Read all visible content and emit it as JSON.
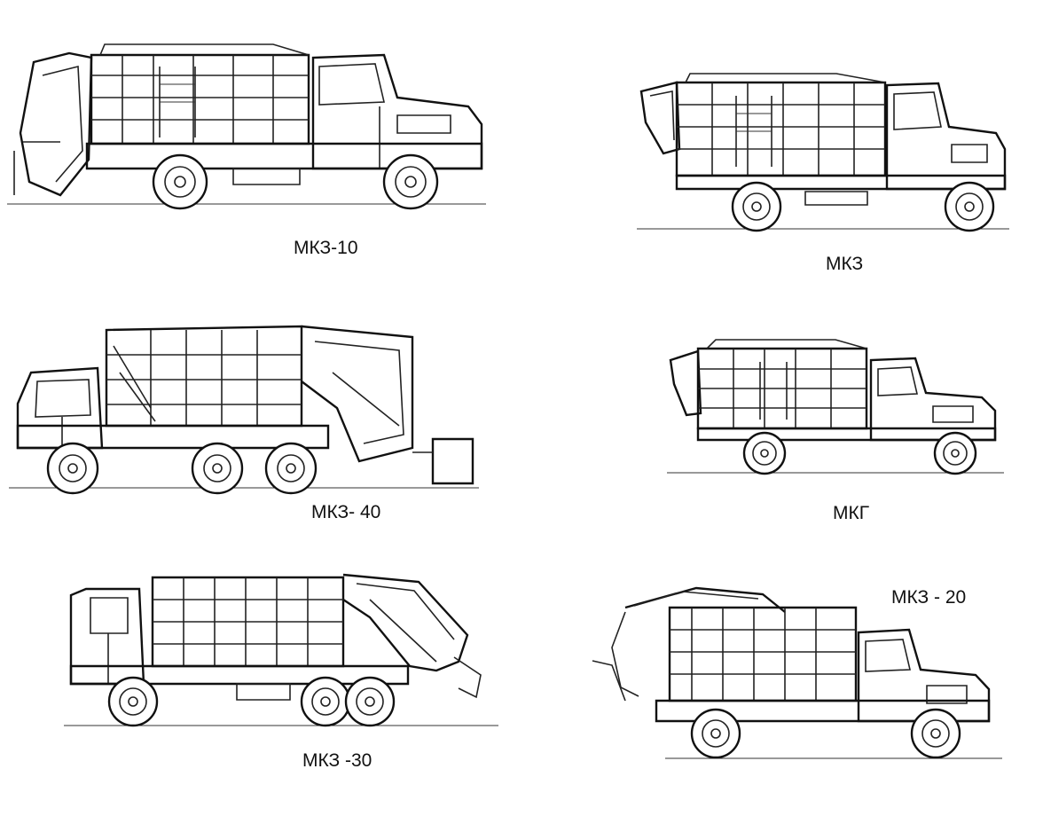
{
  "trucks": [
    {
      "id": "mkz-10",
      "label": "МКЗ-10"
    },
    {
      "id": "mkz",
      "label": "МКЗ"
    },
    {
      "id": "mkz-40",
      "label": "МКЗ- 40"
    },
    {
      "id": "mkg",
      "label": "МКГ"
    },
    {
      "id": "mkz-30",
      "label": "МКЗ -30"
    },
    {
      "id": "mkz-20",
      "label": "МКЗ - 20"
    }
  ]
}
